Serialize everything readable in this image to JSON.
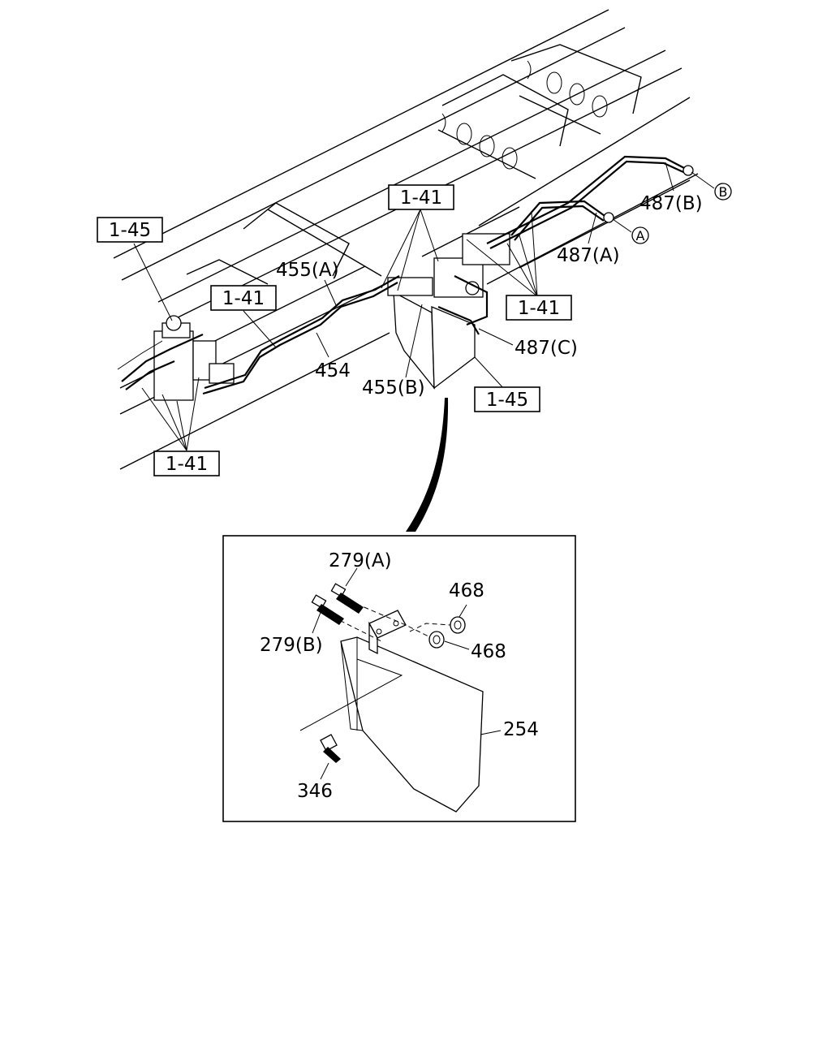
{
  "callouts": {
    "part_487_b": "487(B)",
    "part_487_a": "487(A)",
    "part_487_c": "487(C)",
    "part_455_a": "455(A)",
    "part_455_b": "455(B)",
    "part_454": "454",
    "part_279_a": "279(A)",
    "part_279_b": "279(B)",
    "part_468_top": "468",
    "part_468_bottom": "468",
    "part_254": "254",
    "part_346": "346"
  },
  "reference_boxes": {
    "ref_1_41_top_center": "1-41",
    "ref_1_45_left": "1-45",
    "ref_1_41_mid_left": "1-41",
    "ref_1_41_right": "1-41",
    "ref_1_45_right": "1-45",
    "ref_1_41_bottom_left": "1-41"
  },
  "connection_markers": {
    "marker_a": "A",
    "marker_b": "B"
  }
}
